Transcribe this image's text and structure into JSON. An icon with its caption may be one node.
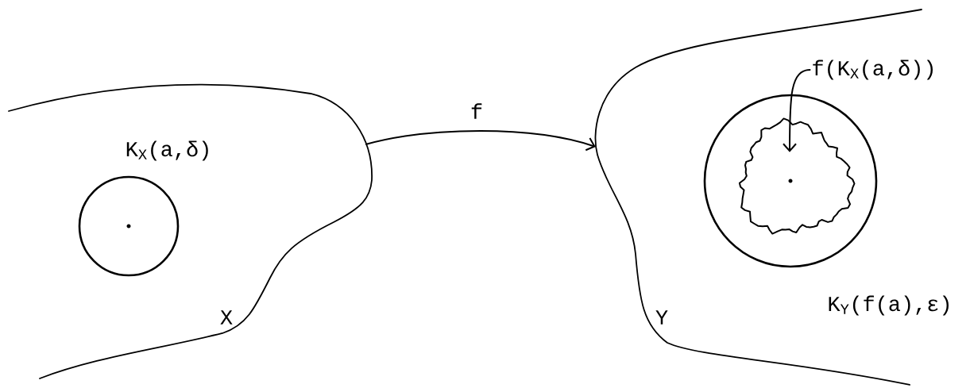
{
  "diagram": {
    "nodes": [
      {
        "text": [
          "X"
        ]
      },
      {
        "text": [
          "K$_{X}$(a,δ)"
        ],
        "in": 0
      },
      {
        "text": [
          "Y"
        ]
      },
      {
        "text": [
          "K$_{Y}$(f(a),ε)"
        ],
        "in": 2
      },
      {
        "text": [
          "f(K$_{X}$(a,δ))"
        ],
        "in": 2
      },
      {
        "text": [],
        "shape": "blob",
        "in": 3
      }
    ],
    "edges": [
      {
        "from": 0,
        "to": 2,
        "arrow": "to",
        "label": "f"
      },
      {
        "from": 4,
        "to": 5,
        "arrow": "to"
      }
    ]
  }
}
